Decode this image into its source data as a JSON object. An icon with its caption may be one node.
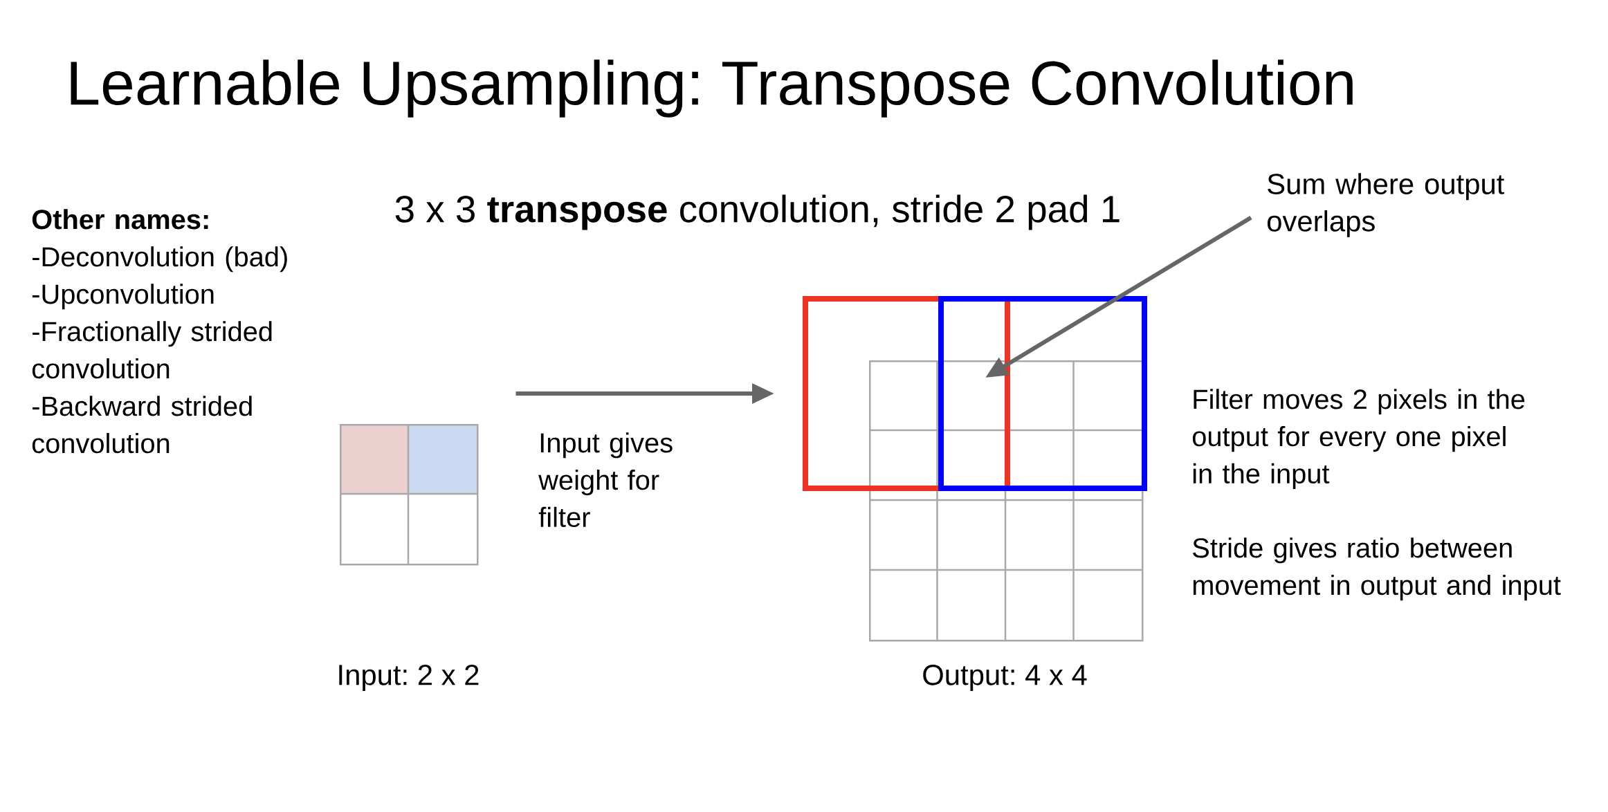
{
  "diagram": {
    "title": "Learnable Upsampling: Transpose Convolution",
    "nodes": [
      {
        "text": [],
        "shape": "box",
        "beside": [
          "Input: 2 x 2"
        ]
      },
      {
        "text": [],
        "shape": "box",
        "beside": [
          "Output: 4 x 4"
        ]
      },
      {
        "text": [],
        "shape": "box"
      },
      {
        "text": [],
        "shape": "box"
      },
      {
        "text": [
          "Sum where output overlaps"
        ]
      }
    ],
    "edges": [
      {
        "from": 0,
        "to": 2,
        "arrow": "to"
      },
      {
        "from": 4,
        "to": 2,
        "arrow": "to"
      }
    ],
    "labels": [
      "3 x 3 **transpose** convolution, stride 2 pad 1",
      "Other names:",
      "-Deconvolution (bad)",
      "-Upconvolution",
      "-Fractionally strided convolution",
      "-Backward strided convolution",
      "Input gives weight for filter",
      "Filter moves 2 pixels in the output for every one pixel in the input",
      "Stride gives ratio between movement in output and input"
    ]
  }
}
